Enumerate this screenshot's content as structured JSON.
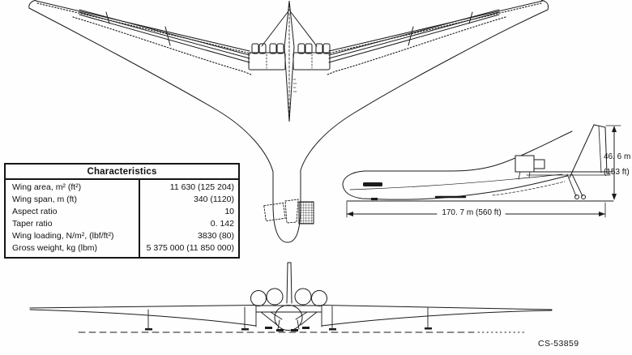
{
  "palette": {
    "ink": "#1b1b1b",
    "background": "#fefefe"
  },
  "figure_code": "CS-53859",
  "characteristics_table": {
    "title": "Characteristics",
    "rows": [
      {
        "label": "Wing area, m² (ft²)",
        "value": "11 630 (125 204)"
      },
      {
        "label": "Wing span, m (ft)",
        "value": "340 (1120)"
      },
      {
        "label": "Aspect ratio",
        "value": "10"
      },
      {
        "label": "Taper ratio",
        "value": "0. 142"
      },
      {
        "label": "Wing loading, N/m², (lbf/ft²)",
        "value": "3830 (80)"
      },
      {
        "label": "Gross weight, kg (lbm)",
        "value": "5 375 000 (11 850 000)"
      }
    ]
  },
  "dimensions": {
    "height_m": "46. 6 m",
    "height_ft": "(153 ft)",
    "length": "170. 7 m (560 ft)"
  }
}
